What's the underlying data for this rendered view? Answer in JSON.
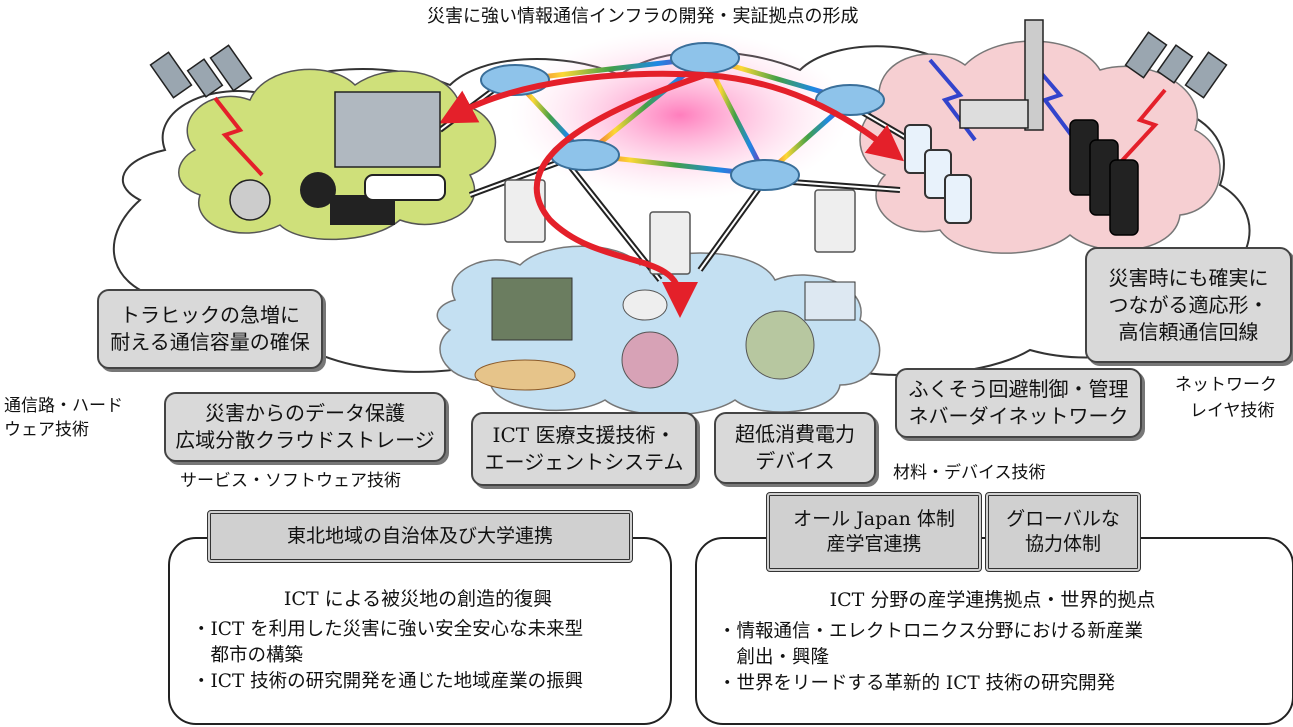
{
  "title": "災害に強い情報通信インフラの開発・実証拠点の形成",
  "layer_labels": {
    "left_line1": "通信路・ハード",
    "left_line2": "ウェア技術",
    "right_line1": "ネットワーク",
    "right_line2": "レイヤ技術",
    "service": "サービス・ソフトウェア技術",
    "material": "材料・デバイス技術"
  },
  "boxes": {
    "traffic": [
      "トラヒックの急増に",
      "耐える通信容量の確保"
    ],
    "adaptive": [
      "災害時にも確実に",
      "つながる適応形・",
      "高信頼通信回線"
    ],
    "congestion": [
      "ふくそう回避制御・管理",
      "ネバーダイネットワーク"
    ],
    "cloud_storage": [
      "災害からのデータ保護",
      "広域分散クラウドストレージ"
    ],
    "medical": [
      "ICT 医療支援技術・",
      "エージェントシステム"
    ],
    "low_power": [
      "超低消費電力",
      "デバイス"
    ]
  },
  "left_panel": {
    "tab": "東北地域の自治体及び大学連携",
    "heading": "ICT による被災地の創造的復興",
    "bullets": [
      [
        "・ICT を利用した災害に強い安全安心な未来型",
        "　都市の構築"
      ],
      [
        "・ICT 技術の研究開発を通じた地域産業の振興"
      ]
    ]
  },
  "right_panel": {
    "tab1": [
      "オール  Japan 体制",
      "産学官連携"
    ],
    "tab2": [
      "グローバルな",
      "協力体制"
    ],
    "heading": "ICT 分野の産学連携拠点・世界的拠点",
    "bullets": [
      [
        "・情報通信・エレクトロニクス分野における新産業",
        "　創出・興隆"
      ],
      [
        "・世界をリードする革新的 ICT 技術の研究開発"
      ]
    ]
  },
  "colors": {
    "green_cloud": "#cfe07a",
    "pink_cloud": "#f6cfd2",
    "blue_cloud": "#c4e0f2",
    "arrow_red": "#e4202a",
    "box_gray": "#d9d9d9"
  }
}
